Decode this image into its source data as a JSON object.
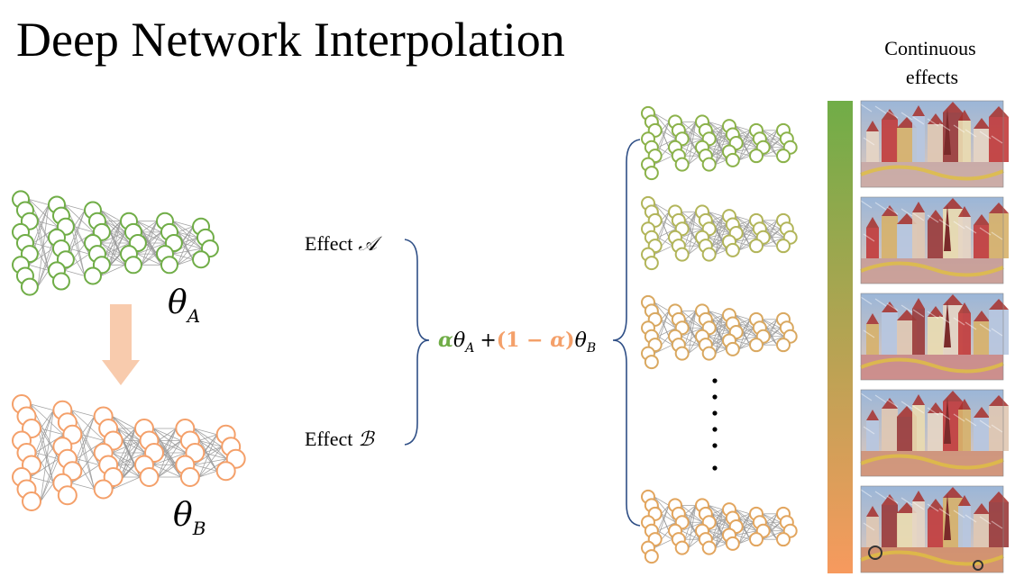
{
  "title": "Deep Network Interpolation",
  "header": {
    "continuous_line1": "Continuous",
    "continuous_line2": "effects"
  },
  "left_networks": {
    "theta_a": "θ",
    "theta_a_sub": "A",
    "theta_b": "θ",
    "theta_b_sub": "B"
  },
  "effects": {
    "effect_a_word": "Effect",
    "effect_a_symbol": "𝒜",
    "effect_b_word": "Effect",
    "effect_b_symbol": "ℬ"
  },
  "formula": {
    "alpha": "α",
    "theta1": "θ",
    "theta1_sub": "A",
    "plus": "+",
    "paren_open": "(1 − ",
    "alpha2": "α",
    "paren_close": ")",
    "theta2": "θ",
    "theta2_sub": "B"
  },
  "colors": {
    "green": "#70ad47",
    "orange": "#f4a06a",
    "arrow": "#f8cbad",
    "net_rows": [
      "#8bb24a",
      "#b2b55a",
      "#d9a860",
      "#e2a55e"
    ],
    "gradient_top": "#70ad47",
    "gradient_bottom": "#f79a5e"
  },
  "thumbnails": [
    {
      "name": "thumbnail-1"
    },
    {
      "name": "thumbnail-2"
    },
    {
      "name": "thumbnail-3"
    },
    {
      "name": "thumbnail-4"
    },
    {
      "name": "thumbnail-5"
    }
  ]
}
